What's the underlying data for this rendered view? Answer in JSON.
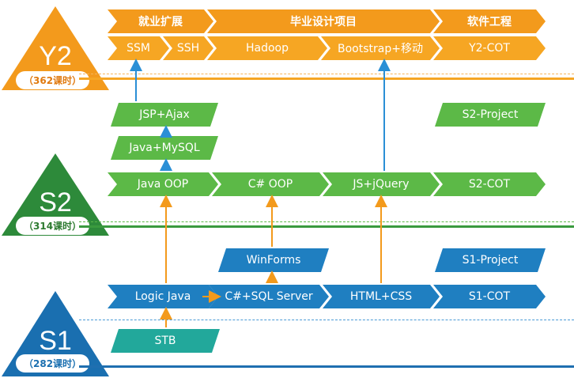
{
  "levels": {
    "y2": {
      "code": "Y2",
      "hours": "（362课时）"
    },
    "s2": {
      "code": "S2",
      "hours": "（314课时）"
    },
    "s1": {
      "code": "S1",
      "hours": "（282课时）"
    }
  },
  "y2_headers": {
    "employment": "就业扩展",
    "graduation": "毕业设计项目",
    "software": "软件工程"
  },
  "y2_row": {
    "ssm": "SSM",
    "ssh": "SSH",
    "hadoop": "Hadoop",
    "bootstrap": "Bootstrap+移动",
    "y2cot": "Y2-COT"
  },
  "s2_modules": {
    "jsp": "JSP+Ajax",
    "java_mysql": "Java+MySQL",
    "s2_project": "S2-Project",
    "java_oop": "Java OOP",
    "csharp_oop": "C# OOP",
    "js_jquery": "JS+jQuery",
    "s2_cot": "S2-COT"
  },
  "s1_modules": {
    "winforms": "WinForms",
    "s1_project": "S1-Project",
    "logic_java": "Logic Java",
    "csharp_sql": "C#+SQL Server",
    "html_css": "HTML+CSS",
    "s1_cot": "S1-COT",
    "stb": "STB"
  },
  "colors": {
    "orange": "#f39a1c",
    "green": "#5cb947",
    "blue": "#1f7fc1",
    "teal": "#22a89b",
    "arrow_orange": "#f39a1c",
    "arrow_blue": "#2a8fd6"
  }
}
